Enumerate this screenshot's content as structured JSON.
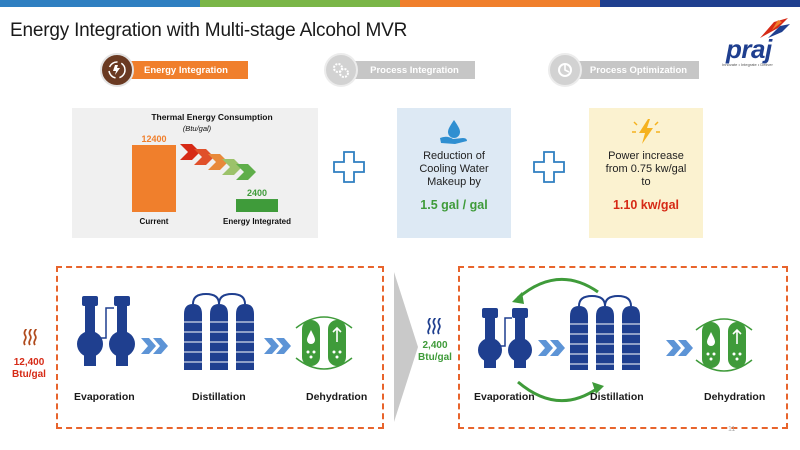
{
  "page": {
    "title": "Energy Integration with Multi-stage Alcohol MVR",
    "page_number": "11"
  },
  "colors": {
    "orange": "#f07f2c",
    "navy": "#1f3f8f",
    "green": "#3f9b3a",
    "red": "#d62a16",
    "brown": "#6a3a22",
    "gray": "#c6c6c6",
    "top_bar": [
      "#2f7fc1",
      "#7ab648",
      "#f07f2c",
      "#1f3f8f"
    ]
  },
  "logo": {
    "word": "praj",
    "tagline": "Innovate • Integrate • Deliver"
  },
  "tabs": [
    {
      "label": "Energy Integration",
      "state": "active",
      "icon": "fire-energy-icon"
    },
    {
      "label": "Process Integration",
      "state": "inactive",
      "icon": "gears-icon"
    },
    {
      "label": "Process Optimization",
      "state": "inactive",
      "icon": "optimization-icon"
    }
  ],
  "chart_data": {
    "type": "bar",
    "title": "Thermal Energy Consumption",
    "subtitle": "(Btu/gal)",
    "categories": [
      "Current",
      "Energy Integrated"
    ],
    "values": [
      12400,
      2400
    ],
    "value_labels": [
      "12400",
      "2400"
    ],
    "bar_colors": [
      "#f07f2c",
      "#3f9b3a"
    ],
    "ylim": [
      0,
      12400
    ],
    "grid": false,
    "legend": "none"
  },
  "cards": {
    "water": {
      "icon": "water-drop-hand-icon",
      "lines": [
        "Reduction of",
        "Cooling Water",
        "Makeup by"
      ],
      "value": "1.5 gal / gal"
    },
    "power": {
      "icon": "lightning-icon",
      "lines": [
        "Power increase",
        "from  0.75 kw/gal",
        "to"
      ],
      "value": "1.10 kw/gal"
    }
  },
  "process_before": {
    "heat_value": "12,400",
    "heat_unit": "Btu/gal",
    "stages": [
      "Evaporation",
      "Distillation",
      "Dehydration"
    ]
  },
  "process_after": {
    "heat_value": "2,400",
    "heat_unit": "Btu/gal",
    "stages": [
      "Evaporation",
      "Distillation",
      "Dehydration"
    ]
  }
}
